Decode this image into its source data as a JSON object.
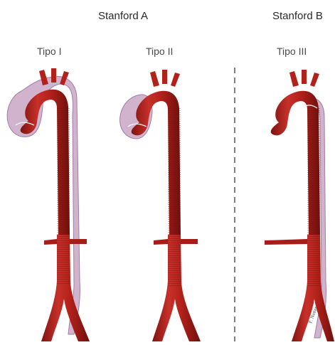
{
  "groups": {
    "a": "Stanford A",
    "b": "Stanford B"
  },
  "types": {
    "t1": "Tipo I",
    "t2": "Tipo II",
    "t3": "Tipo III"
  },
  "signature": "F. Netter",
  "colors": {
    "aorta": "#b3211b",
    "aorta_dark": "#7e1410",
    "aorta_light": "#d84a3c",
    "dissection": "#c9a6c6",
    "dissection_edge": "#8f6a90",
    "divider": "#555555"
  }
}
